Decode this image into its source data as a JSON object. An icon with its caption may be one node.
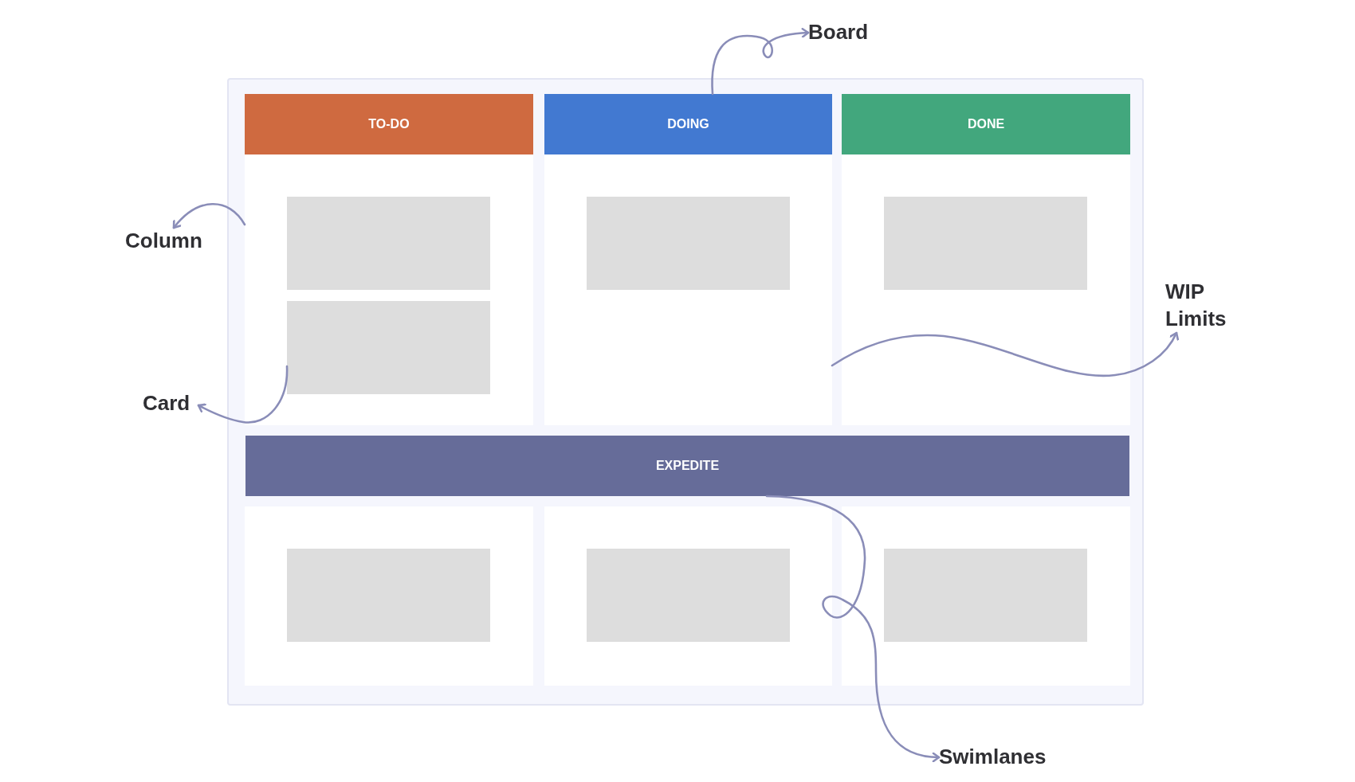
{
  "diagram": {
    "nodes": [
      {
        "text": [],
        "shape": "box"
      },
      {
        "text": [
          "TO-DO"
        ],
        "in": 0
      },
      {
        "text": [
          "DOING"
        ],
        "in": 0
      },
      {
        "text": [
          "DONE"
        ],
        "in": 0
      },
      {
        "text": [],
        "shape": "box",
        "in": 0
      },
      {
        "text": [],
        "shape": "box",
        "in": 4
      },
      {
        "text": [],
        "shape": "box",
        "in": 4
      },
      {
        "text": [],
        "shape": "box",
        "in": 0
      },
      {
        "text": [],
        "shape": "box",
        "in": 7
      },
      {
        "text": [],
        "shape": "box",
        "in": 0
      },
      {
        "text": [],
        "shape": "box",
        "in": 9
      },
      {
        "text": [
          "EXPEDITE"
        ],
        "in": 0
      },
      {
        "text": [],
        "shape": "box",
        "in": 0
      },
      {
        "text": [],
        "shape": "box",
        "in": 12
      },
      {
        "text": [],
        "shape": "box",
        "in": 0
      },
      {
        "text": [],
        "shape": "box",
        "in": 14
      },
      {
        "text": [],
        "shape": "box",
        "in": 0
      },
      {
        "text": [],
        "shape": "box",
        "in": 16
      },
      {
        "text": [
          "Board"
        ]
      },
      {
        "text": [
          "Column"
        ]
      },
      {
        "text": [
          "Card"
        ]
      },
      {
        "text": [
          "WIP Limits"
        ]
      },
      {
        "text": [
          "Swimlanes"
        ]
      }
    ],
    "edges": [
      {
        "from": 2,
        "to": 18,
        "arrow": "to"
      },
      {
        "from": 4,
        "to": 19,
        "arrow": "to"
      },
      {
        "from": 6,
        "to": 20,
        "arrow": "to"
      },
      {
        "from": 7,
        "to": 21,
        "arrow": "to"
      },
      {
        "from": 11,
        "to": 22,
        "arrow": "to"
      }
    ]
  }
}
